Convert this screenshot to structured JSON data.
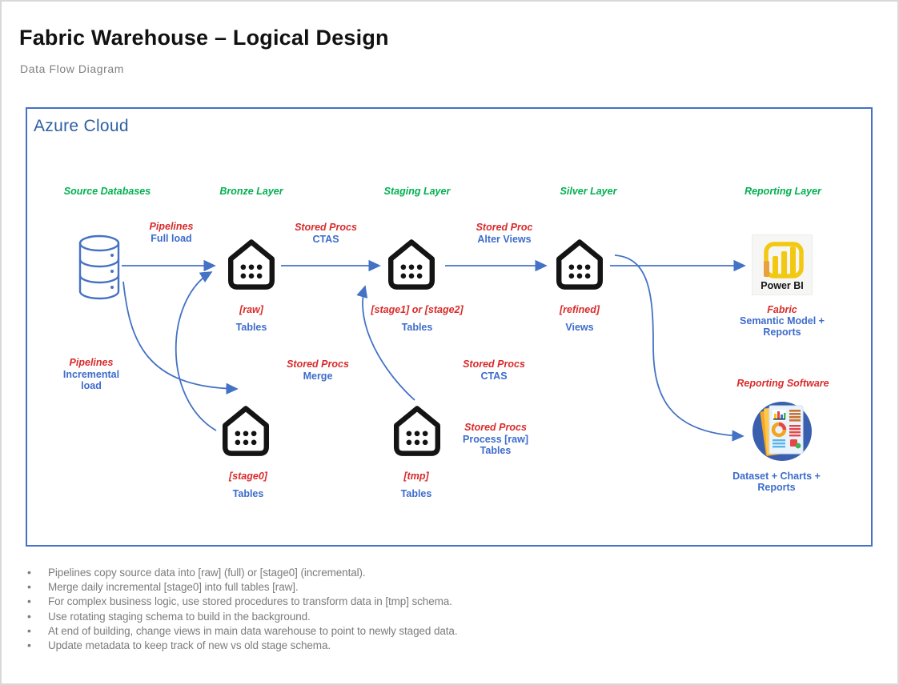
{
  "page": {
    "title": "Fabric Warehouse – Logical Design",
    "subtitle": "Data Flow Diagram"
  },
  "diagram": {
    "boundary_label": "Azure Cloud",
    "layer_labels": [
      "Source Databases",
      "Bronze Layer",
      "Staging Layer",
      "Silver Layer",
      "Reporting Layer"
    ],
    "nodes": {
      "source": {
        "icon": "database-icon"
      },
      "raw": {
        "schema": "[raw]",
        "object_type": "Tables",
        "icon": "warehouse-icon"
      },
      "stage12": {
        "schema": "[stage1] or [stage2]",
        "object_type": "Tables",
        "icon": "warehouse-icon"
      },
      "refined": {
        "schema": "[refined]",
        "object_type": "Views",
        "icon": "warehouse-icon"
      },
      "stage0": {
        "schema": "[stage0]",
        "object_type": "Tables",
        "icon": "warehouse-icon"
      },
      "tmp": {
        "schema": "[tmp]",
        "object_type": "Tables",
        "icon": "warehouse-icon"
      },
      "powerbi": {
        "icon_caption": "Power BI",
        "tool": "Fabric",
        "desc": "Semantic Model + Reports",
        "icon": "power-bi-icon"
      },
      "reporting": {
        "header": "Reporting Software",
        "desc": "Dataset + Charts + Reports",
        "icon": "report-document-icon"
      }
    },
    "edge_labels": {
      "full_load": {
        "proc": "Pipelines",
        "action": "Full load"
      },
      "incremental": {
        "proc": "Pipelines",
        "action": "Incremental load"
      },
      "ctas1": {
        "proc": "Stored Procs",
        "action": "CTAS"
      },
      "merge": {
        "proc": "Stored Procs",
        "action": "Merge"
      },
      "ctas2": {
        "proc": "Stored Procs",
        "action": "CTAS"
      },
      "process_raw": {
        "proc": "Stored Procs",
        "action": "Process [raw] Tables"
      },
      "alter_views": {
        "proc": "Stored Proc",
        "action": "Alter Views"
      }
    },
    "colors": {
      "layer_green": "#00B050",
      "label_red": "#D92B2B",
      "label_blue": "#3D6CCC",
      "arrow_blue": "#4472C4",
      "azure_label_blue": "#2E5FA3",
      "note_gray": "#7C7C7C",
      "powerbi_yellow": "#F2C811"
    }
  },
  "notes": [
    "Pipelines copy source data into [raw] (full) or [stage0] (incremental).",
    "Merge daily incremental [stage0] into full tables [raw].",
    "For complex business logic, use stored procedures to transform data in [tmp] schema.",
    "Use rotating staging schema to build in the background.",
    "At end of building, change views in main data warehouse to point to newly staged data.",
    "Update metadata to keep track of new vs old stage schema."
  ]
}
